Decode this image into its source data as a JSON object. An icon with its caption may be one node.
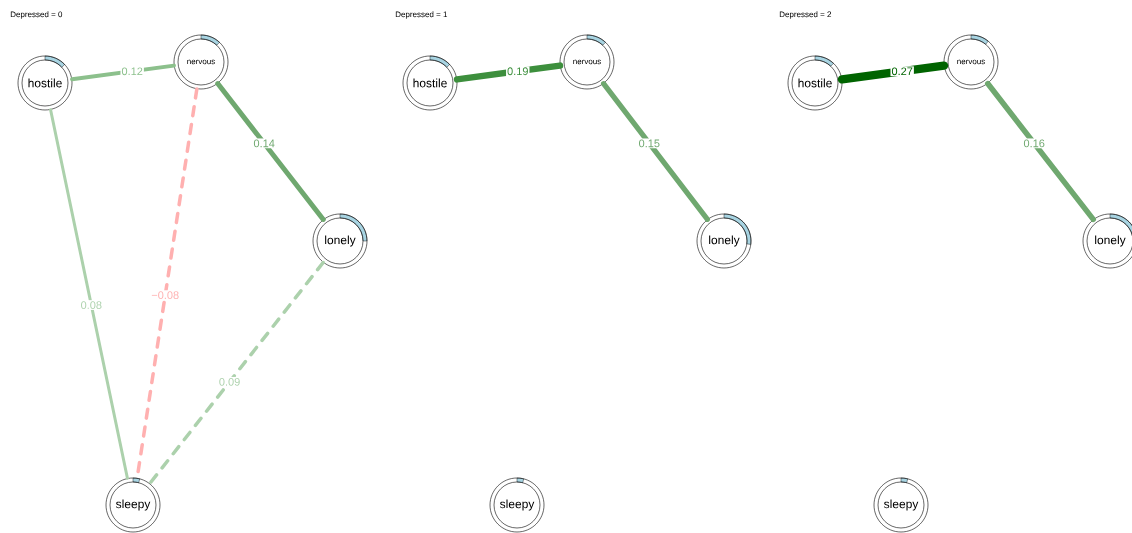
{
  "diagram": {
    "nodes": [
      {
        "text": [
          "hostile"
        ]
      },
      {
        "text": [
          "nervous"
        ]
      },
      {
        "text": [
          "lonely"
        ]
      },
      {
        "text": [
          "sleepy"
        ]
      },
      {
        "text": [
          "hostile"
        ]
      },
      {
        "text": [
          "nervous"
        ]
      },
      {
        "text": [
          "lonely"
        ]
      },
      {
        "text": [
          "sleepy"
        ]
      },
      {
        "text": [
          "hostile"
        ]
      },
      {
        "text": [
          "nervous"
        ]
      },
      {
        "text": [
          "lonely"
        ]
      },
      {
        "text": [
          "sleepy"
        ]
      }
    ],
    "edges": [
      {
        "from": 0,
        "to": 1,
        "arrow": "none",
        "label": "0.12",
        "color": "#8cc08c"
      },
      {
        "from": 1,
        "to": 2,
        "arrow": "none",
        "label": "0.14"
      },
      {
        "from": 0,
        "to": 3,
        "arrow": "none",
        "label": "0.08",
        "color": "#acd1ac"
      },
      {
        "from": 1,
        "to": 3,
        "arrow": "none",
        "label": "−0.08",
        "style": "dashed",
        "color": "#ffb0b0"
      },
      {
        "from": 2,
        "to": 3,
        "arrow": "none",
        "label": "0.09",
        "style": "dashed",
        "color": "#acd1ac"
      },
      {
        "from": 4,
        "to": 5,
        "arrow": "none",
        "label": "0.19",
        "color": "#3d8f3d"
      },
      {
        "from": 5,
        "to": 6,
        "arrow": "none",
        "label": "0.15"
      },
      {
        "from": 8,
        "to": 9,
        "arrow": "none",
        "label": "0.27",
        "color": "#006400"
      },
      {
        "from": 9,
        "to": 10,
        "arrow": "none",
        "label": "0.16"
      }
    ],
    "labels": [
      "Depressed = 0",
      "Depressed = 1",
      "Depressed = 2"
    ]
  }
}
